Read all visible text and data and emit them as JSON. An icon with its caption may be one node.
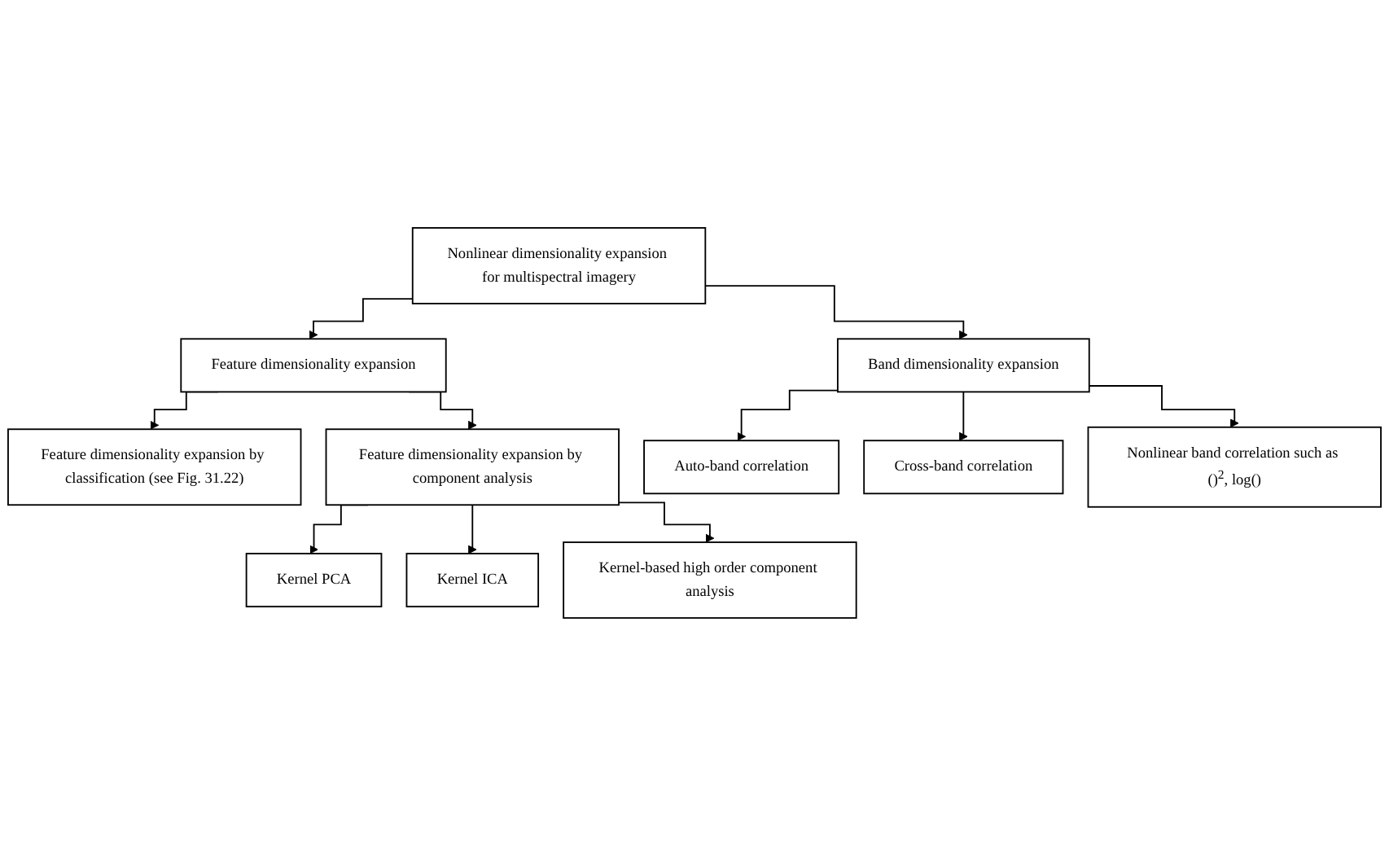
{
  "diagram": {
    "nodes": [
      {
        "text": [
          "Nonlinear dimensionality expansion for multispectral imagery"
        ]
      },
      {
        "text": [
          "Feature dimensionality expansion"
        ]
      },
      {
        "text": [
          "Band dimensionality expansion"
        ]
      },
      {
        "text": [
          "Feature dimensionality expansion by classification (see Fig. 31.22)"
        ]
      },
      {
        "text": [
          "Feature dimensionality expansion by component analysis"
        ]
      },
      {
        "text": [
          "Auto-band correlation"
        ]
      },
      {
        "text": [
          "Cross-band correlation"
        ]
      },
      {
        "text": [
          "Nonlinear band correlation such as ()$^{2}$, log()"
        ]
      },
      {
        "text": [
          "Kernel PCA"
        ]
      },
      {
        "text": [
          "Kernel ICA"
        ]
      },
      {
        "text": [
          "Kernel-based high order component analysis"
        ]
      }
    ],
    "edges": [
      {
        "from": 0,
        "to": 1,
        "arrow": "to"
      },
      {
        "from": 0,
        "to": 2,
        "arrow": "to"
      },
      {
        "from": 1,
        "to": 3,
        "arrow": "to"
      },
      {
        "from": 1,
        "to": 4,
        "arrow": "to"
      },
      {
        "from": 2,
        "to": 5,
        "arrow": "to"
      },
      {
        "from": 2,
        "to": 6,
        "arrow": "to"
      },
      {
        "from": 2,
        "to": 7,
        "arrow": "to"
      },
      {
        "from": 4,
        "to": 8,
        "arrow": "to"
      },
      {
        "from": 4,
        "to": 9,
        "arrow": "to"
      },
      {
        "from": 4,
        "to": 10,
        "arrow": "to"
      }
    ]
  }
}
